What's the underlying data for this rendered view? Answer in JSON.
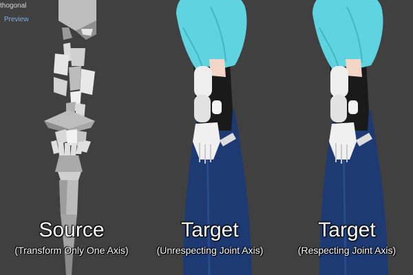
{
  "viewport": {
    "projection_label": "thogonal",
    "preview_label": "Preview"
  },
  "panels": [
    {
      "title": "Source",
      "subtitle": "(Transform Only One Axis)"
    },
    {
      "title": "Target",
      "subtitle": "(Unrespecting Joint Axis)"
    },
    {
      "title": "Target",
      "subtitle": "(Respecting Joint Axis)"
    }
  ],
  "colors": {
    "background": "#404040",
    "hair": "#5fd4e0",
    "pants": "#1d3a72",
    "shirt": "#1a1a1a",
    "skin": "#f3d6c8",
    "glove": "#f0f0f0",
    "mesh": "#d9d9d9"
  }
}
